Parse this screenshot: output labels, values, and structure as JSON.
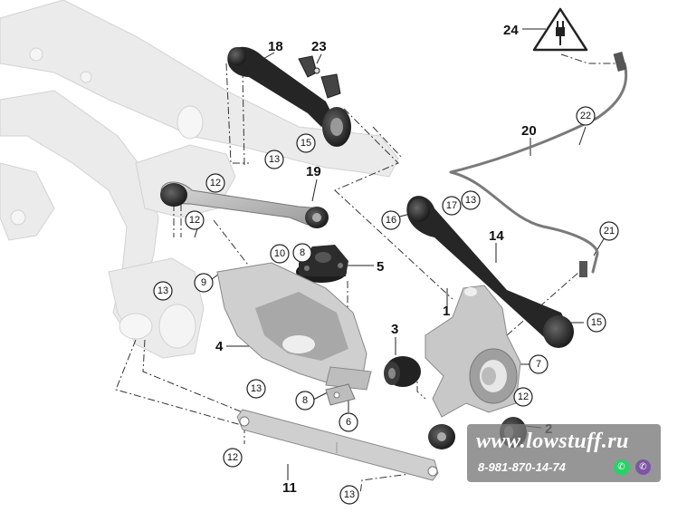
{
  "callouts": {
    "c24": "24",
    "c18": "18",
    "c23": "23",
    "c20": "20",
    "c22": "22",
    "c13a": "13",
    "c15a": "15",
    "c12a": "12",
    "c19": "19",
    "c17": "17",
    "c13b": "13",
    "c16": "16",
    "c12b": "12",
    "c14": "14",
    "c21": "21",
    "c10": "10",
    "c8a": "8",
    "c5": "5",
    "c9": "9",
    "c13c": "13",
    "c1": "1",
    "c15b": "15",
    "c3": "3",
    "c4": "4",
    "c7": "7",
    "c13d": "13",
    "c12c": "12",
    "c8b": "8",
    "c6": "6",
    "c2": "2",
    "c12d": "12",
    "c11": "11",
    "c13e": "13"
  },
  "watermark": {
    "url": "www.lowstuff.ru",
    "phone": "8-981-870-14-74",
    "whatsapp_icon": "whatsapp-icon",
    "viber_icon": "viber-icon",
    "colors": {
      "whatsapp": "#25d366",
      "viber": "#7d56a3"
    }
  },
  "colors": {
    "subframe": "#e6e6e6",
    "part_dark": "#2a2a2a",
    "part_gray": "#c9c9c9",
    "leader": "#222222"
  }
}
